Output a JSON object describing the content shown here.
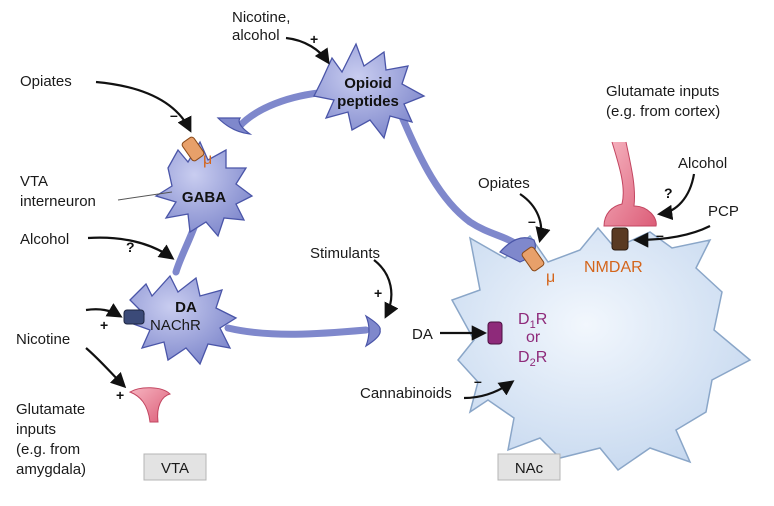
{
  "labels": {
    "nicotine_alcohol_line1": "Nicotine,",
    "nicotine_alcohol_line2": "alcohol",
    "opioid_peptides_line1": "Opioid",
    "opioid_peptides_line2": "peptides",
    "opiates_left": "Opiates",
    "vta_interneuron_line1": "VTA",
    "vta_interneuron_line2": "interneuron",
    "gaba": "GABA",
    "mu_left": "μ",
    "alcohol_left": "Alcohol",
    "da_neuron": "DA",
    "nachr": "NAChR",
    "nicotine": "Nicotine",
    "glutamate_amygdala_line1": "Glutamate",
    "glutamate_amygdala_line2": "inputs",
    "glutamate_amygdala_line3": "(e.g. from",
    "glutamate_amygdala_line4": "amygdala)",
    "stimulants": "Stimulants",
    "da_release": "DA",
    "opiates_right": "Opiates",
    "mu_right": "μ",
    "glutamate_cortex_line1": "Glutamate inputs",
    "glutamate_cortex_line2": "(e.g. from cortex)",
    "alcohol_right": "Alcohol",
    "pcp": "PCP",
    "nmdar": "NMDAR",
    "d1r_d": "D",
    "d1r_sub": "1",
    "d1r_r": "R",
    "or": "or",
    "d2r_d": "D",
    "d2r_sub": "2",
    "d2r_r": "R",
    "cannabinoids": "Cannabinoids",
    "vta_box": "VTA",
    "nac_box": "NAc"
  },
  "signs": {
    "plus": "+",
    "minus": "–",
    "question": "?"
  },
  "colors": {
    "neuron_fill": "#9aa3d8",
    "neuron_stroke": "#4a55a8",
    "nac_fill": "#dbe8f6",
    "nac_stroke": "#8aa6c8",
    "glutamate_terminal": "#e8738a",
    "mu_receptor": "#e8a06a",
    "receptor_purple": "#8e2a7a",
    "accent_orange": "#d4651b"
  }
}
